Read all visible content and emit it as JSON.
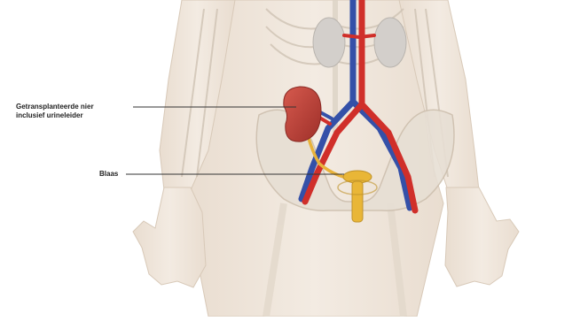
{
  "labels": {
    "transplanted_kidney_line1": "Getransplanteerde nier",
    "transplanted_kidney_line2": "inclusief urineleider",
    "bladder": "Blaas"
  },
  "colors": {
    "background": "#ffffff",
    "skin": "#efe4d8",
    "bone": "#e4ddd2",
    "native_kidney": "#d3cfcb",
    "transplanted_kidney": "#c2443b",
    "artery": "#d02f2a",
    "vein": "#3450a8",
    "ureter": "#e8b23a",
    "bladder": "#e9b637",
    "callout_line": "#333333"
  }
}
